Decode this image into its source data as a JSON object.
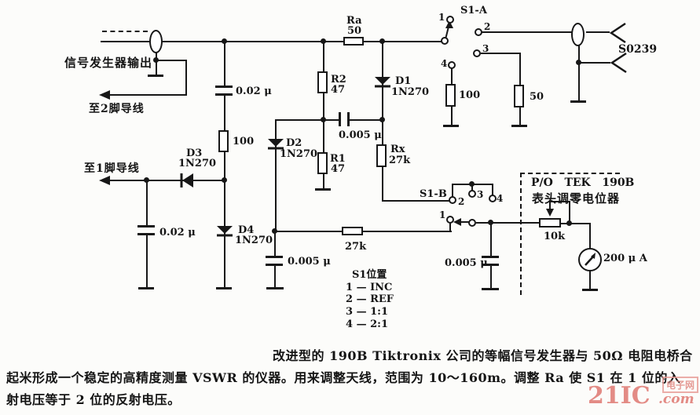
{
  "labels": {
    "signal_generator_output": "信号发生器输出",
    "to_pin2_lead": "至2脚导线",
    "to_pin1_lead": "至1脚导线"
  },
  "components": {
    "cap_002_top": "0.02 μ",
    "res_100_left": "100",
    "d3_name": "D3",
    "d3_part": "1N270",
    "cap_002_bottom": "0.02 μ",
    "d4_name": "D4",
    "d4_part": "1N270",
    "d2_name": "D2",
    "d2_part": "1N270",
    "ra_name": "Ra",
    "ra_value": "50",
    "r2_name": "R2",
    "r2_value": "47",
    "d1_name": "D1",
    "d1_part": "1N270",
    "cap_0005_mid": "0.005 μ",
    "r1_name": "R1",
    "r1_value": "47",
    "rx_name": "Rx",
    "rx_value": "27k",
    "res_100_sw": "100",
    "res_50_sw": "50",
    "connector": "S0239",
    "res_27k": "27k",
    "cap_0005_left": "0.005 μ",
    "cap_0005_right": "0.005 μ",
    "pot_value": "10k",
    "meter_value": "200 μ A"
  },
  "switch_a": {
    "title": "S1-A",
    "c1": "1",
    "c2": "2",
    "c3": "3",
    "c4": "4"
  },
  "switch_b": {
    "title": "S1-B",
    "c1": "1",
    "c2": "2",
    "c3": "3",
    "c4": "4"
  },
  "module": {
    "line1": "P/O   TEK   190B",
    "line2": "表头调零电位器"
  },
  "legend": {
    "title": "S1位置",
    "items": [
      "1 — INC",
      "2 — REF",
      "3 — 1:1",
      "4 — 2:1"
    ]
  },
  "caption": {
    "line1": "改进型的 190B Tiktronix 公司的等幅信号发生器与 50Ω 电阻电桥合",
    "line2": "起米形成一个稳定的高精度测量 VSWR 的仪器。用来调整天线，范围为 10～160m。调整 Ra 使 S1 在 1 位的入",
    "line3": "射电压等于 2 位的反射电压。"
  },
  "watermark": {
    "brand": "21IC",
    "suffix": ".com",
    "tag": "电子网"
  }
}
